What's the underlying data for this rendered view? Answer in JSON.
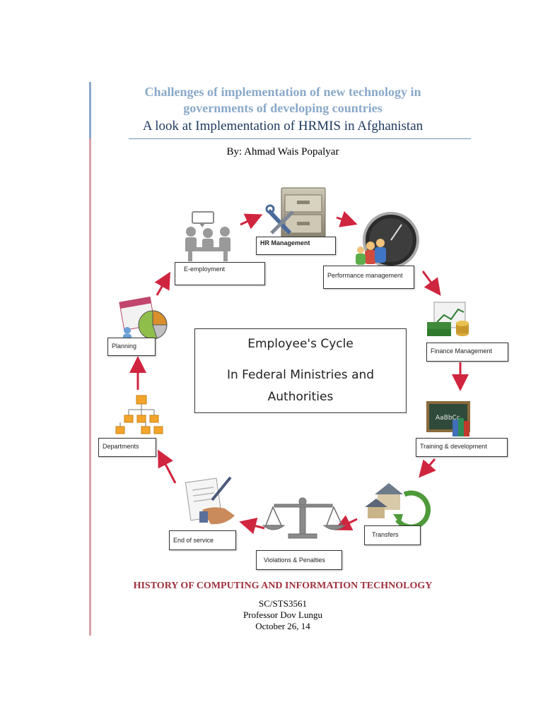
{
  "header": {
    "title_line1": "Challenges of implementation of new technology in",
    "title_line2": "governments of developing countries",
    "subtitle": "A look at Implementation of HRMIS in Afghanistan",
    "byline": "By: Ahmad Wais Popalyar"
  },
  "diagram": {
    "center_line1": "Employee's Cycle",
    "center_line2": "In Federal Ministries and",
    "center_line3": "Authorities",
    "steps": [
      {
        "label": "HR Management",
        "icon": "filing-cabinet-tools-icon"
      },
      {
        "label": "Performance management",
        "icon": "gauge-people-icon"
      },
      {
        "label": "Finance Management",
        "icon": "money-chart-icon"
      },
      {
        "label": "Training  & development",
        "icon": "chalkboard-books-icon"
      },
      {
        "label": "Transfers",
        "icon": "houses-arrow-icon"
      },
      {
        "label": "Violations & Penalties",
        "icon": "scales-icon"
      },
      {
        "label": "End of service",
        "icon": "handshake-document-icon"
      },
      {
        "label": "Departments",
        "icon": "org-chart-icon"
      },
      {
        "label": "Planning",
        "icon": "calendar-pie-chart-icon"
      },
      {
        "label": "E-employment",
        "icon": "meeting-people-icon"
      }
    ],
    "arrow_color": "#d0253f"
  },
  "footer": {
    "course_title": "HISTORY OF COMPUTING AND INFORMATION TECHNOLOGY",
    "course_code": "SC/STS3561",
    "professor": "Professor Dov Lungu",
    "date": "October 26, 14"
  }
}
